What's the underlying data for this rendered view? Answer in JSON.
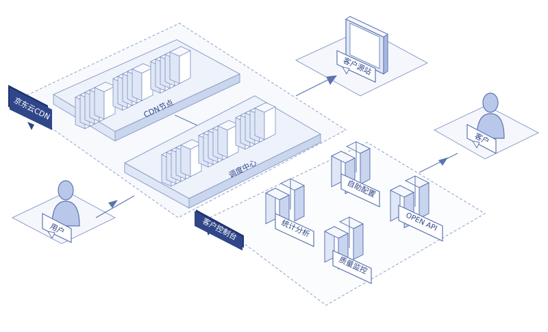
{
  "labels": {
    "jd_cloud_cdn": "京东云CDN",
    "cdn_node": "CDN节点",
    "dispatch_center": "调度中心",
    "customer_origin": "客户源站",
    "customer": "客户",
    "user": "用户",
    "customer_console": "客户控制台",
    "statistics": "统计分析",
    "self_config": "自助配置",
    "quality_monitor": "质量监控",
    "open_api": "OPEN API"
  },
  "colors": {
    "line": "#5b74b0",
    "dash": "#8d9fc8",
    "pale": "#eef2fa",
    "band": "#cad5ee",
    "accent": "#a8b9e2",
    "label_fill": "#ffffff",
    "tag_fill": "#2f4688"
  }
}
